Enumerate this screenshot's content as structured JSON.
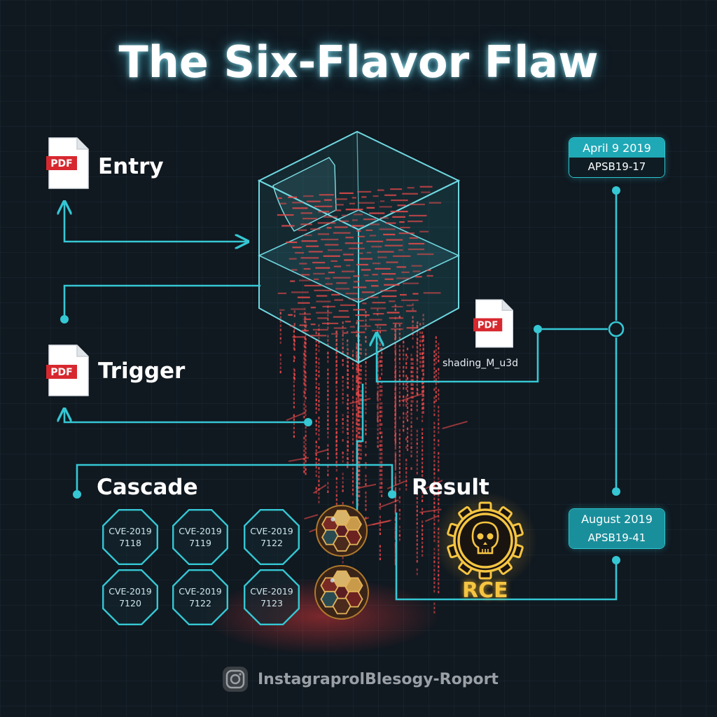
{
  "title": "The Six-Flavor Flaw",
  "stages": {
    "entry": "Entry",
    "trigger": "Trigger",
    "cascade": "Cascade",
    "result": "Result"
  },
  "pdf_icon_text": "PDF",
  "shading_file": "shading_M_u3d",
  "timeline": [
    {
      "date": "April 9 2019",
      "bulletin": "APSB19-17"
    },
    {
      "date": "August 2019",
      "bulletin": "APSB19-41"
    }
  ],
  "cves": [
    {
      "line1": "CVE-2019",
      "line2": "7118"
    },
    {
      "line1": "CVE-2019",
      "line2": "7119"
    },
    {
      "line1": "CVE-2019",
      "line2": "7122"
    },
    {
      "line1": "CVE-2019",
      "line2": "7120"
    },
    {
      "line1": "CVE-2019",
      "line2": "7122"
    },
    {
      "line1": "CVE-2019",
      "line2": "7123"
    }
  ],
  "result_label": "RCE",
  "footer_handle": "InstagraprolBlesogy-Roport",
  "icons": {
    "document": "pdf-file-icon",
    "result": "skull-gear-icon",
    "footer": "instagram-icon",
    "cube": "glass-cube-icon",
    "crystals": "hex-crystal-icon"
  },
  "colors": {
    "background": "#101820",
    "connector": "#35c7d3",
    "code_red": "#e84a4a",
    "pdf_red": "#d7282f",
    "gold": "#f5c542"
  }
}
